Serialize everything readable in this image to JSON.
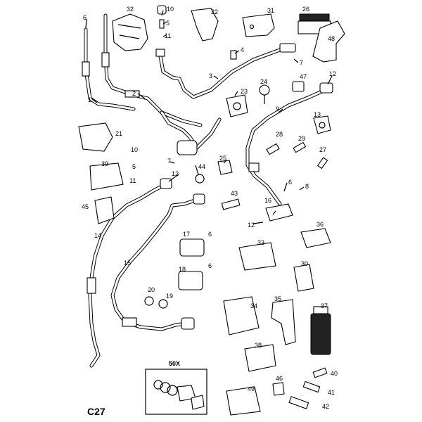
{
  "diagram": {
    "page_code": "C27",
    "kit_label": "50X",
    "callouts": [
      "1",
      "2",
      "3",
      "4",
      "5",
      "5",
      "6",
      "6",
      "6",
      "6",
      "7",
      "7",
      "8",
      "9",
      "10",
      "10",
      "11",
      "11",
      "12",
      "12",
      "12",
      "13",
      "14",
      "15",
      "16",
      "17",
      "18",
      "19",
      "20",
      "21",
      "22",
      "23",
      "24",
      "25",
      "26",
      "27",
      "28",
      "29",
      "30",
      "31",
      "32",
      "33",
      "34",
      "35",
      "36",
      "37",
      "38",
      "39",
      "40",
      "41",
      "42",
      "43",
      "44",
      "45",
      "46",
      "47",
      "48",
      "49"
    ]
  }
}
